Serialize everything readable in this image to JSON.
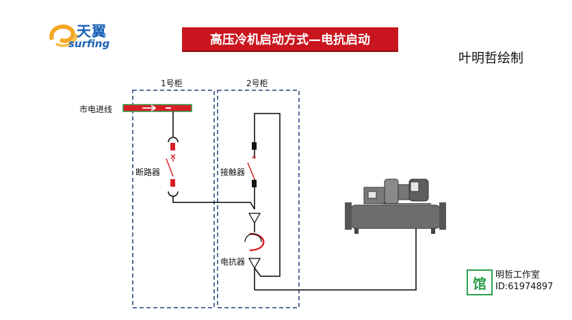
{
  "logo": {
    "text_cn": "天翼",
    "text_en": "surfing"
  },
  "title": "高压冷机启动方式—电抗启动",
  "author": "叶明哲绘制",
  "cabinets": {
    "left": "1号柜",
    "right": "2号柜"
  },
  "labels": {
    "incoming": "市电进线",
    "breaker": "断路器",
    "contactor": "接触器",
    "reactor": "电抗器"
  },
  "watermark": {
    "badge": "馆",
    "line1": "明哲工作室",
    "line2": "ID:61974897"
  },
  "colors": {
    "title_bg": "#c9151e",
    "panel_border": "#1f3a7a",
    "wire": "#000000",
    "switch": "#d81e25",
    "chiller": "#6e6e6e"
  }
}
